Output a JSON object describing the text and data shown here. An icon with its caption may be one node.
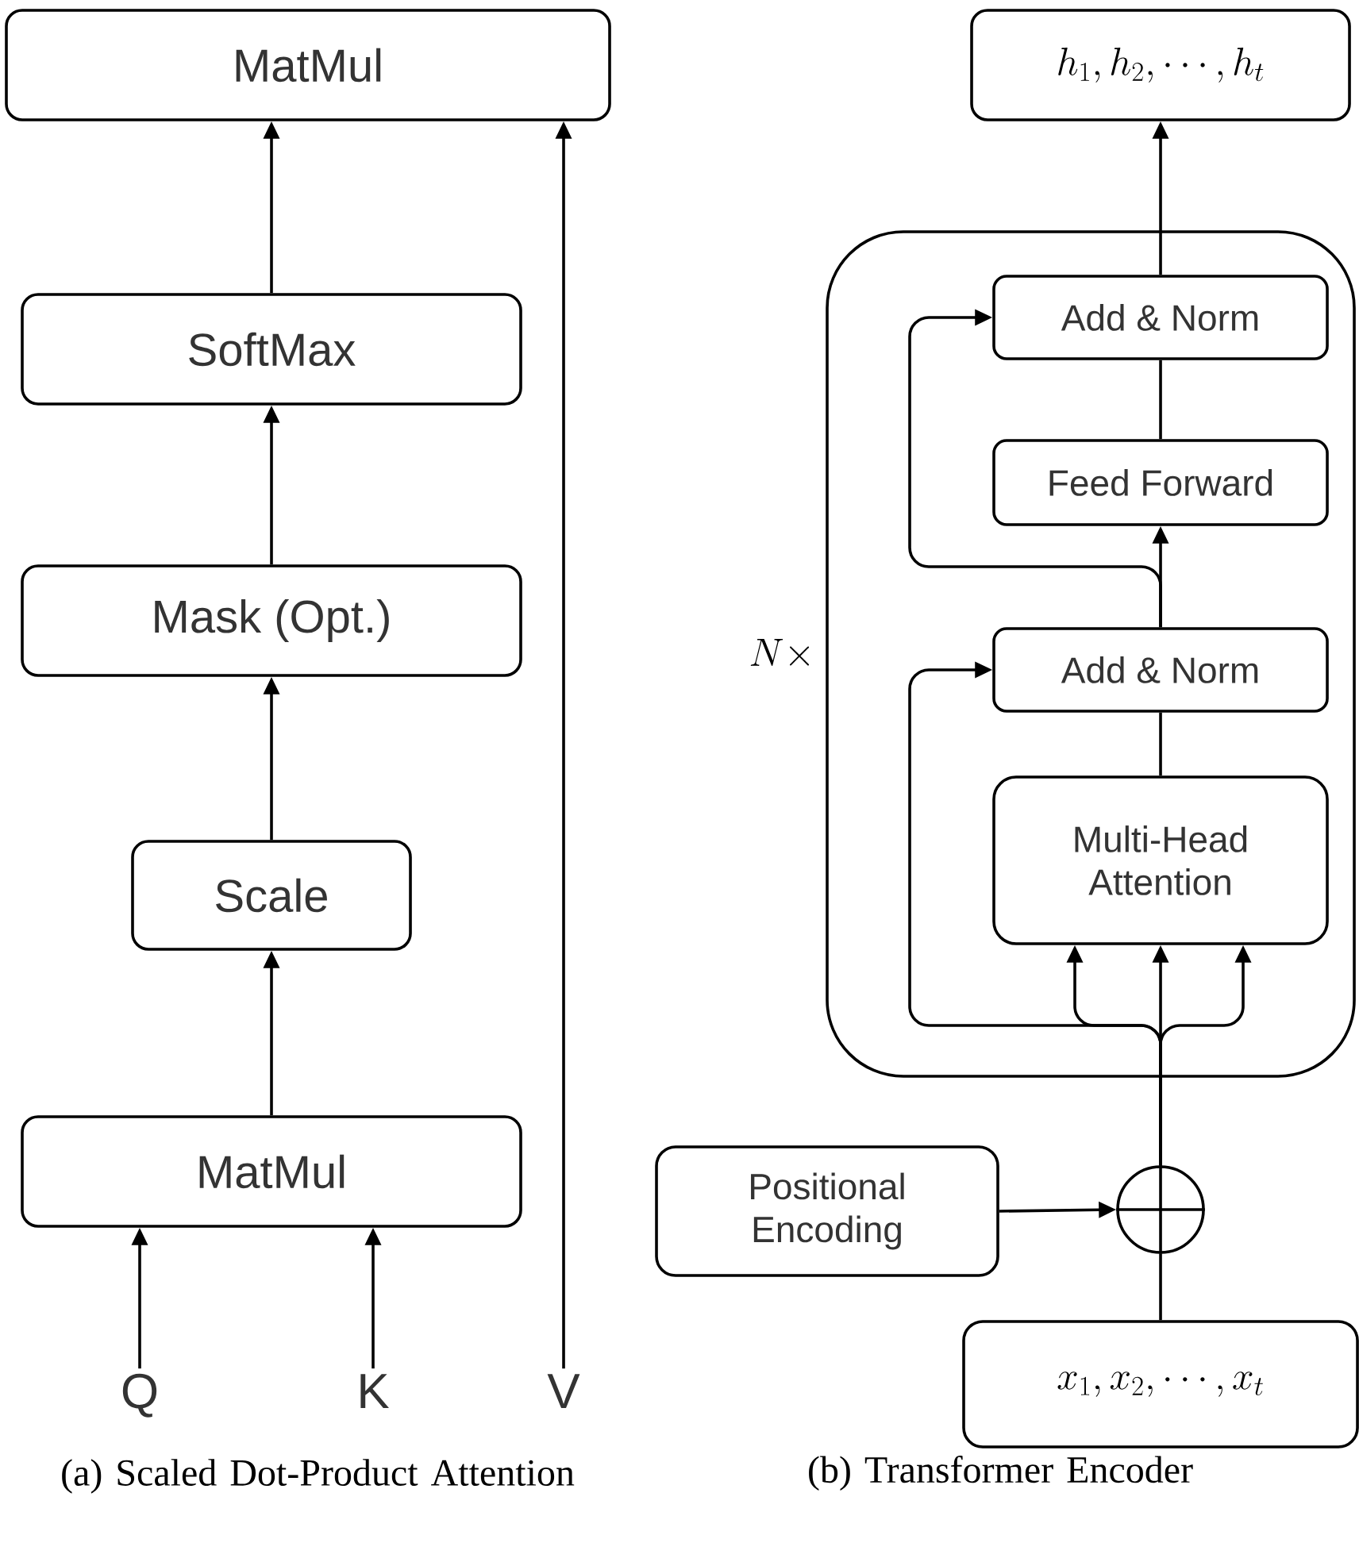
{
  "diagram": {
    "nodes": [
      {
        "text": [
          "MatMul"
        ]
      },
      {
        "text": [
          "SoftMax"
        ]
      },
      {
        "text": [
          "Mask (Opt.)"
        ]
      },
      {
        "text": [
          "Scale"
        ]
      },
      {
        "text": [
          "MatMul"
        ]
      },
      {
        "text": [
          "Q"
        ]
      },
      {
        "text": [
          "K"
        ]
      },
      {
        "text": [
          "V"
        ]
      },
      {
        "text": [
          "h_1, h_2, \\cdots, h_t"
        ]
      },
      {
        "text": [
          "N\\times"
        ]
      },
      {
        "text": [
          "Add & Norm"
        ],
        "in": 9
      },
      {
        "text": [
          "Feed Forward"
        ],
        "in": 9
      },
      {
        "text": [
          "Add & Norm"
        ],
        "in": 9
      },
      {
        "text": [
          "Multi-Head Attention"
        ],
        "in": 9
      },
      {
        "text": [
          "Positional Encoding"
        ]
      },
      {
        "text": [],
        "shape": "circle"
      },
      {
        "text": [
          "x_1, x_2, \\cdots, x_t"
        ]
      }
    ],
    "edges": [
      {
        "from": 4,
        "to": 3,
        "arrow": "to"
      },
      {
        "from": 3,
        "to": 2,
        "arrow": "to"
      },
      {
        "from": 2,
        "to": 1,
        "arrow": "to"
      },
      {
        "from": 1,
        "to": 0,
        "arrow": "to"
      },
      {
        "from": 5,
        "to": 4,
        "arrow": "to"
      },
      {
        "from": 6,
        "to": 4,
        "arrow": "to"
      },
      {
        "from": 7,
        "to": 0,
        "arrow": "to"
      },
      {
        "from": 16,
        "to": 15,
        "arrow": "none"
      },
      {
        "from": 14,
        "to": 15,
        "arrow": "to"
      },
      {
        "from": 15,
        "to": 13,
        "arrow": "to"
      },
      {
        "from": 15,
        "to": 13,
        "arrow": "to"
      },
      {
        "from": 15,
        "to": 13,
        "arrow": "to"
      },
      {
        "from": 15,
        "to": 12,
        "arrow": "to"
      },
      {
        "from": 13,
        "to": 12,
        "arrow": "none"
      },
      {
        "from": 12,
        "to": 11,
        "arrow": "to"
      },
      {
        "from": 12,
        "to": 10,
        "arrow": "to"
      },
      {
        "from": 11,
        "to": 10,
        "arrow": "none"
      },
      {
        "from": 10,
        "to": 8,
        "arrow": "to"
      }
    ],
    "labels": [
      "(a) Scaled Dot-Product Attention",
      "(b) Transformer Encoder"
    ]
  }
}
